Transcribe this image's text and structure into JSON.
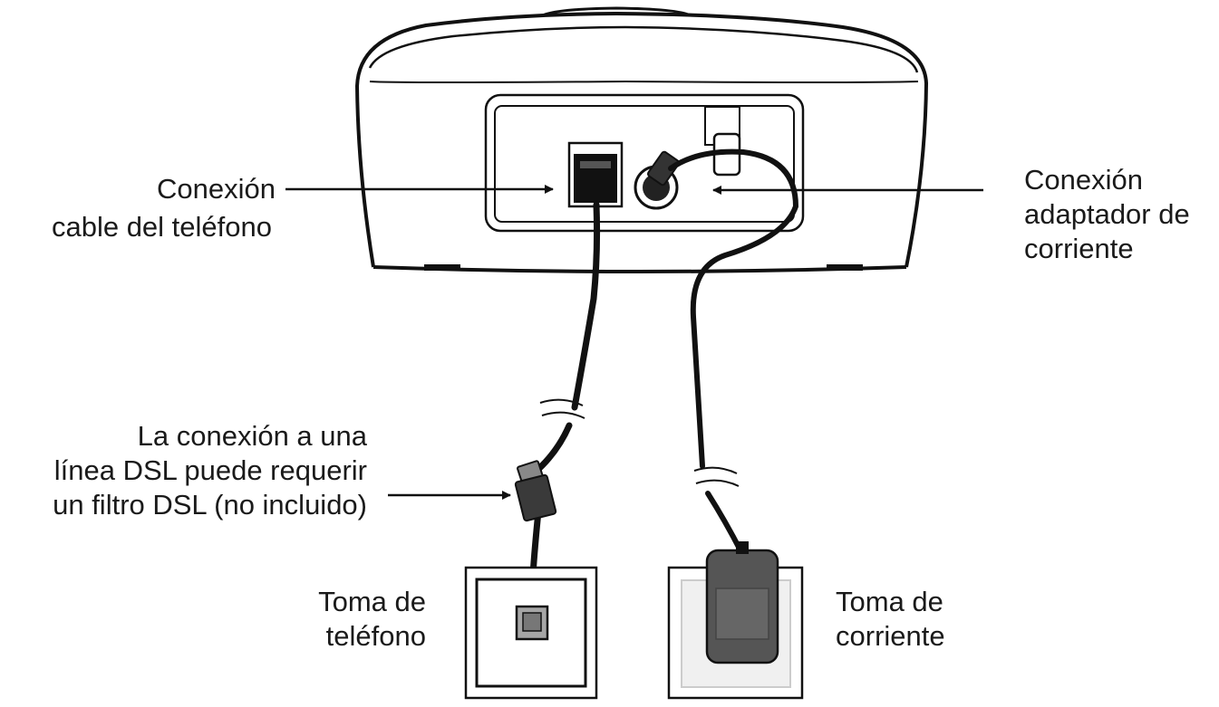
{
  "labels": {
    "phone_cable": [
      "Conexión",
      "cable del teléfono"
    ],
    "power_adapter": [
      "Conexión",
      "adaptador de",
      "corriente"
    ],
    "dsl_note": [
      "La conexión a una",
      "línea DSL puede requerir",
      "un filtro DSL (no incluido)"
    ],
    "phone_jack": [
      "Toma de",
      "teléfono"
    ],
    "power_outlet": [
      "Toma de",
      "corriente"
    ]
  },
  "colors": {
    "line": "#111111",
    "adapter_dark": "#555555",
    "adapter_mid": "#666666",
    "outlet_plate": "#f0f0f0",
    "jack_gray": "#a6a6a6"
  }
}
